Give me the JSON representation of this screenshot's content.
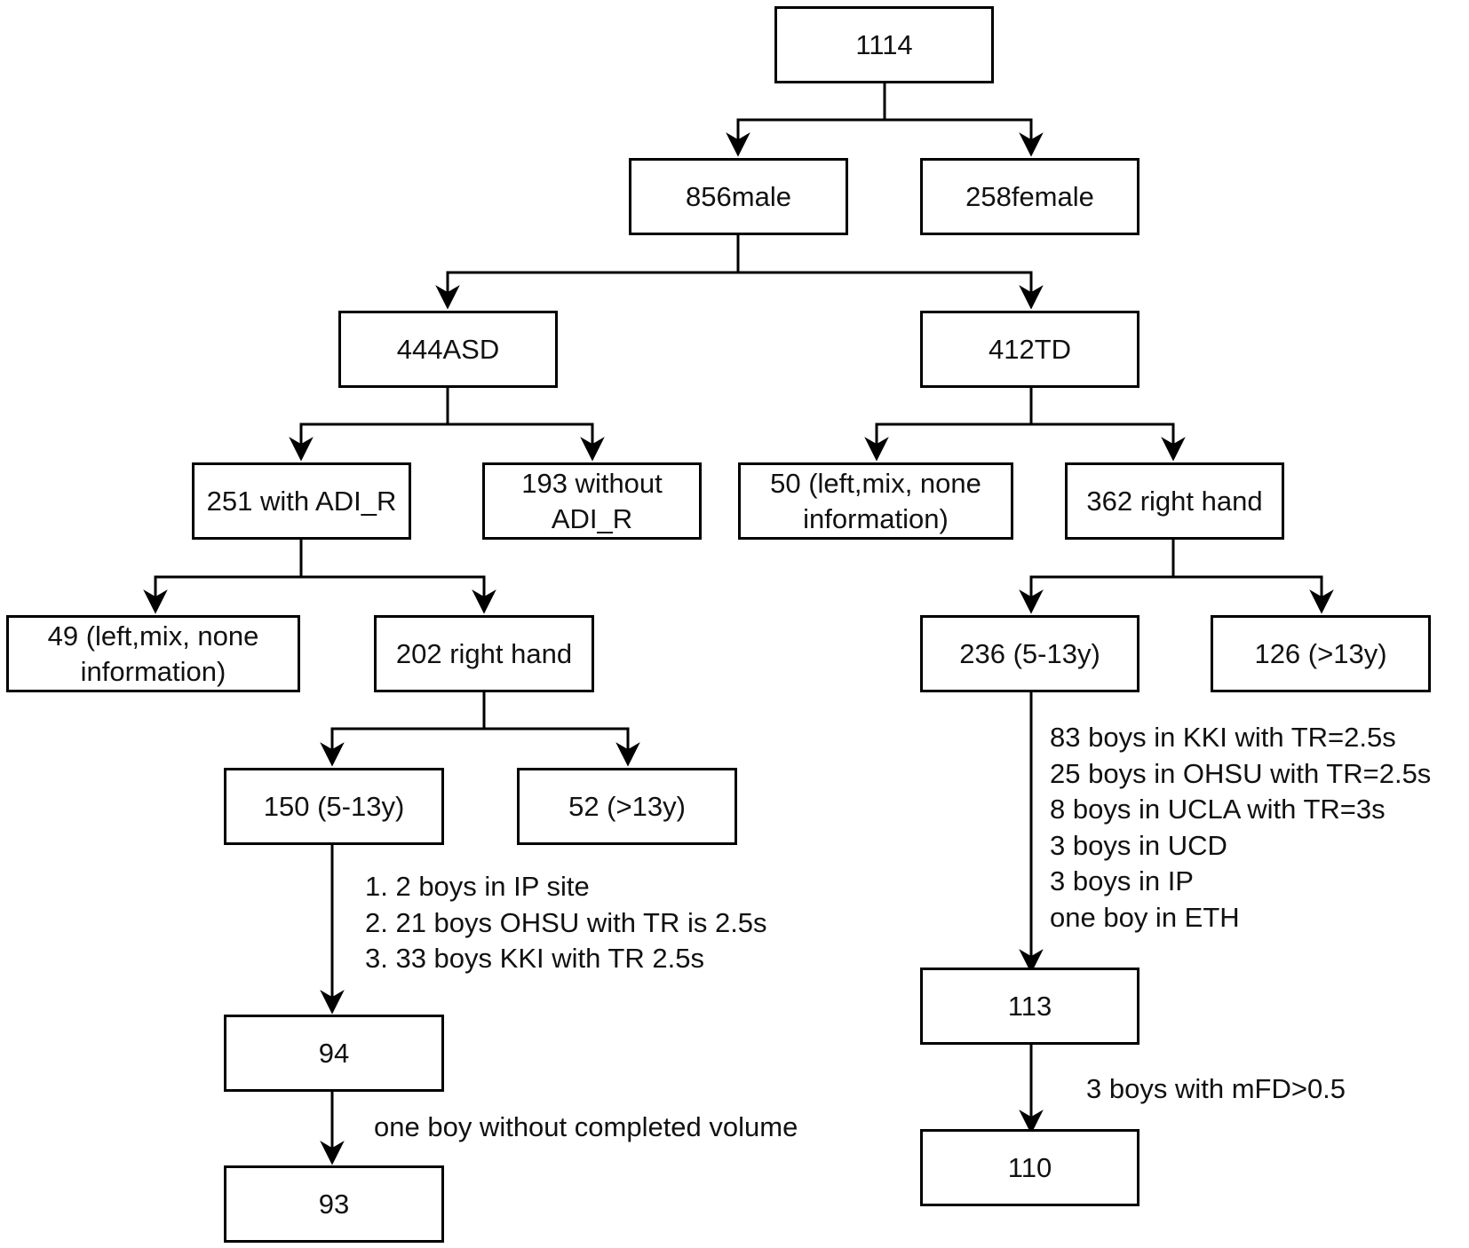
{
  "nodes": {
    "total": "1114",
    "male": "856male",
    "female": "258female",
    "asd": "444ASD",
    "td": "412TD",
    "asd_with_adir": "251 with ADI_R",
    "asd_without_adir": "193 without\nADI_R",
    "td_not_right": "50 (left,mix, none\ninformation)",
    "td_right": "362 right hand",
    "asd_not_right": "49 (left,mix, none\ninformation)",
    "asd_right": "202 right hand",
    "td_5_13": "236 (5-13y)",
    "td_over13": "126 (>13y)",
    "asd_5_13": "150 (5-13y)",
    "asd_over13": "52 (>13y)",
    "asd_94": "94",
    "asd_93": "93",
    "td_113": "113",
    "td_110": "110"
  },
  "notes": {
    "asd_exclusions": [
      "1. 2 boys in IP site",
      "2. 21 boys OHSU with TR is 2.5s",
      "3. 33 boys KKI with TR 2.5s"
    ],
    "asd_volume": "one boy without completed volume",
    "td_exclusions": [
      "83 boys in KKI with TR=2.5s",
      "25 boys in OHSU with TR=2.5s",
      "8 boys in UCLA with TR=3s",
      "3 boys in UCD",
      "3 boys in IP",
      "one boy in ETH"
    ],
    "td_motion": "3 boys with mFD>0.5"
  }
}
